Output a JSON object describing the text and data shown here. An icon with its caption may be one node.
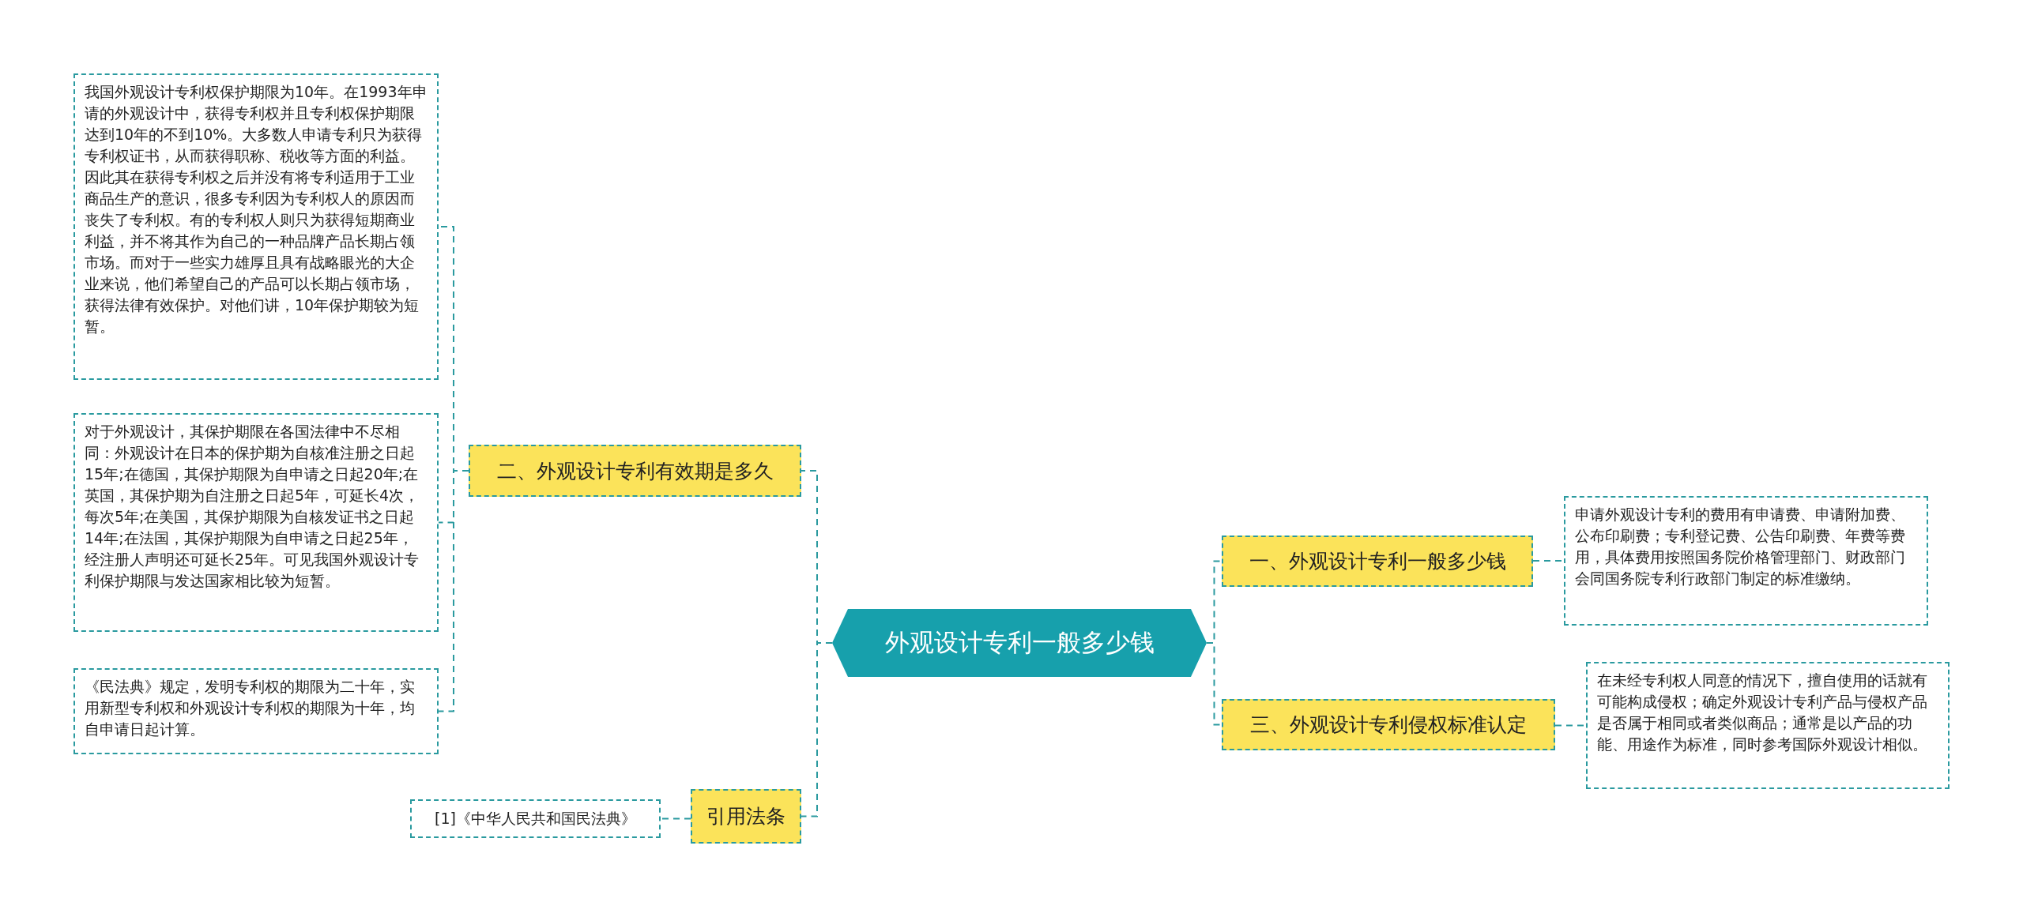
{
  "diagram": {
    "nodes": [
      {
        "text": [
          "外观设计专利一般多少钱"
        ]
      },
      {
        "text": [
          "二、外观设计专利有效期是多久"
        ]
      },
      {
        "text": [
          "我国外观设计专利权保护期限为10年。在1993年申请的外观设计中，获得专利权并且专利权保护期限达到10年的不到10%。大多数人申请专利只为获得专利权证书，从而获得职称、税收等方面的利益。因此其在获得专利权之后并没有将专利适用于工业商品生产的意识，很多专利因为专利权人的原因而丧失了专利权。有的专利权人则只为获得短期商业利益，并不将其作为自己的一种品牌产品长期占领市场。而对于一些实力雄厚且具有战略眼光的大企业来说，他们希望自己的产品可以长期占领市场，获得法律有效保护。对他们讲，10年保护期较为短暂。"
        ]
      },
      {
        "text": [
          "对于外观设计，其保护期限在各国法律中不尽相同：外观设计在日本的保护期为自核准注册之日起15年;在德国，其保护期限为自申请之日起20年;在英国，其保护期为自注册之日起5年，可延长4次，每次5年;在美国，其保护期限为自核发证书之日起14年;在法国，其保护期限为自申请之日起25年，经注册人声明还可延长25年。可见我国外观设计专利保护期限与发达国家相比较为短暂。"
        ]
      },
      {
        "text": [
          "《民法典》规定，发明专利权的期限为二十年，实用新型专利权和外观设计专利权的期限为十年，均自申请日起计算。"
        ]
      },
      {
        "text": [
          "引用法条"
        ]
      },
      {
        "text": [
          "[1]《中华人民共和国民法典》"
        ]
      },
      {
        "text": [
          "一、外观设计专利一般多少钱"
        ]
      },
      {
        "text": [
          "申请外观设计专利的费用有申请费、申请附加费、公布印刷费；专利登记费、公告印刷费、年费等费用，具体费用按照国务院价格管理部门、财政部门会同国务院专利行政部门制定的标准缴纳。"
        ]
      },
      {
        "text": [
          "三、外观设计专利侵权标准认定"
        ]
      },
      {
        "text": [
          "在未经专利权人同意的情况下，擅自使用的话就有可能构成侵权；确定外观设计专利产品与侵权产品是否属于相同或者类似商品；通常是以产品的功能、用途作为标准，同时参考国际外观设计相似。"
        ]
      }
    ],
    "edges": [
      {
        "from": 0,
        "to": 1,
        "arrow": "none"
      },
      {
        "from": 1,
        "to": 2,
        "arrow": "none"
      },
      {
        "from": 1,
        "to": 3,
        "arrow": "none"
      },
      {
        "from": 1,
        "to": 4,
        "arrow": "none"
      },
      {
        "from": 0,
        "to": 5,
        "arrow": "none"
      },
      {
        "from": 5,
        "to": 6,
        "arrow": "none"
      },
      {
        "from": 0,
        "to": 7,
        "arrow": "none"
      },
      {
        "from": 7,
        "to": 8,
        "arrow": "none"
      },
      {
        "from": 0,
        "to": 9,
        "arrow": "none"
      },
      {
        "from": 9,
        "to": 10,
        "arrow": "none"
      }
    ]
  }
}
